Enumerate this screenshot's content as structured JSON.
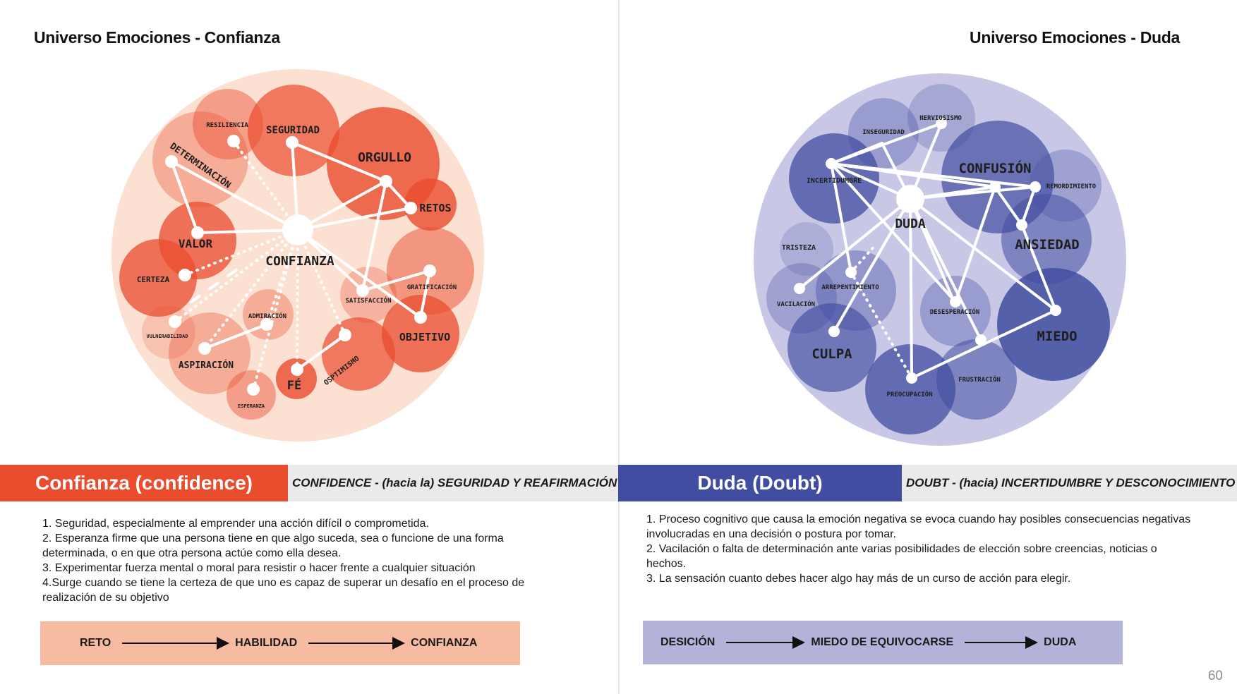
{
  "left": {
    "title": "Universo Emociones - Confianza",
    "banner": "Confianza (confidence)",
    "subtitle": "CONFIDENCE - (hacia la) SEGURIDAD Y REAFIRMACIÓN",
    "definitions": [
      "1. Seguridad, especialmente al emprender una acción difícil o comprometida.",
      "2. Esperanza firme que una persona tiene en que algo suceda, sea o funcione de una forma determinada, o en que otra persona actúe como ella desea.",
      "3. Experimentar fuerza mental o moral para resistir o hacer frente a cualquier situación",
      "4.Surge cuando se tiene la certeza de que uno es capaz de superar un desafío en el proceso de realización de su objetivo"
    ],
    "flow": [
      "RETO",
      "HABILIDAD",
      "CONFIANZA"
    ],
    "colors": {
      "primary": "#ea4c2e",
      "light": "#f7bba2",
      "bg": "#fce0d2"
    },
    "diagram": {
      "center": "CONFIANZA",
      "nodes": [
        "RESILIENCIA",
        "SEGURIDAD",
        "ORGULLO",
        "DETERMINACIÓN",
        "RETOS",
        "VALOR",
        "GRATIFICACIÓN",
        "CERTEZA",
        "SATISFACCIÓN",
        "OBJETIVO",
        "ADMIRACIÓN",
        "VULNERABILIDAD",
        "ASPIRACIÓN",
        "OSPTIMISMO",
        "FÉ",
        "ESPERANZA"
      ]
    }
  },
  "right": {
    "title": "Universo Emociones - Duda",
    "banner": "Duda (Doubt)",
    "subtitle": "DOUBT - (hacia) INCERTIDUMBRE Y DESCONOCIMIENTO",
    "definitions": [
      "1. Proceso cognitivo que causa la emoción negativa se evoca cuando hay posibles consecuencias negativas involucradas en una decisión o postura por tomar.",
      "2. Vacilación o falta de determinación ante varias posibilidades de elección sobre creencias, noticias o hechos.",
      "3. La sensación cuanto debes hacer algo hay más de un curso de acción para elegir."
    ],
    "flow": [
      "DESICIÓN",
      "MIEDO DE EQUIVOCARSE",
      "DUDA"
    ],
    "colors": {
      "primary": "#414da0",
      "light": "#b3b2d9",
      "bg": "#c8c7e6"
    },
    "diagram": {
      "center": "DUDA",
      "nodes": [
        "NERVIOSISMO",
        "INSEGURIDAD",
        "CONFUSIÓN",
        "INCERTIDUMBRE",
        "REMORDIMIENTO",
        "ANSIEDAD",
        "TRISTEZA",
        "ARREPENTIMIENTO",
        "VACILACIÓN",
        "DESESPERACIÓN",
        "MIEDO",
        "CULPA",
        "FRUSTRACIÓN",
        "PREOCUPACIÓN"
      ]
    }
  },
  "page_number": "60"
}
